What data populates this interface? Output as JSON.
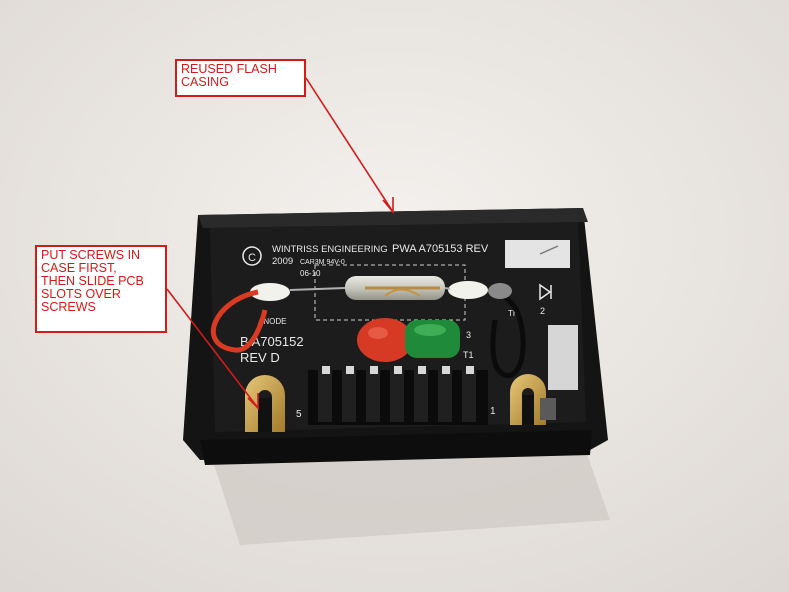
{
  "callouts": {
    "flash_casing": "REUSED FLASH\nCASING",
    "screws": "PUT SCREWS IN\nCASE FIRST,\nTHEN SLIDE PCB\nSLOTS OVER\nSCREWS"
  },
  "pcb": {
    "copyright_symbol": "C",
    "maker": "WINTRISS ENGINEERING",
    "year": "2009",
    "material": "CAR3M 94V-0",
    "date_code": "06-10",
    "part_number": "PWA  A705153 REV",
    "anode": "ANODE",
    "board_id": "B A705152",
    "rev": "REV D",
    "label_t1": "T1",
    "label_3": "3",
    "label_5": "5",
    "label_1": "1",
    "label_2": "2",
    "label_th": "TH"
  },
  "colors": {
    "annotation": "#d21b1b",
    "background": "#ece8e4",
    "casing": "#151515",
    "pcb": "#1c1c1c"
  }
}
